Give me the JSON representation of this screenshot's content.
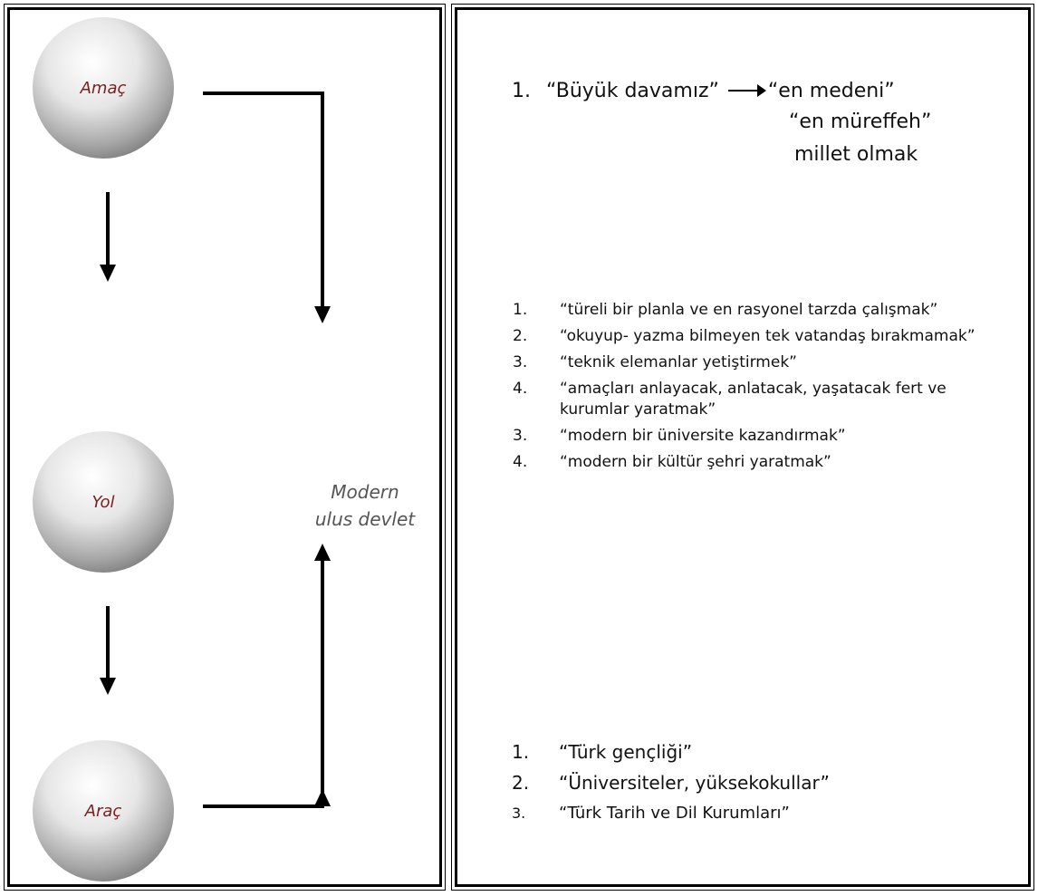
{
  "diagram": {
    "nodes": {
      "amac": "Amaç",
      "yol": "Yol",
      "arac": "Araç"
    },
    "center_label_line1": "Modern",
    "center_label_line2": "ulus devlet"
  },
  "section1": {
    "number": "1.",
    "lead": "“Büyük davamız”",
    "values": [
      "“en medeni”",
      "“en müreffeh”",
      "millet olmak"
    ]
  },
  "section2": {
    "items": [
      {
        "num": "1.",
        "text": "“türeli bir planla ve en rasyonel tarzda çalışmak”"
      },
      {
        "num": "2.",
        "text": "“okuyup- yazma bilmeyen tek vatandaş bırakmamak”"
      },
      {
        "num": "3.",
        "text": "“teknik elemanlar yetiştirmek”"
      },
      {
        "num": "4.",
        "text": "“amaçları anlayacak, anlatacak, yaşatacak fert ve kurumlar yaratmak”"
      },
      {
        "num": "3.",
        "text": "“modern bir üniversite kazandırmak”"
      },
      {
        "num": "4.",
        "text": "“modern bir kültür şehri yaratmak”"
      }
    ]
  },
  "section3": {
    "items": [
      {
        "num": "1.",
        "text": "“Türk gençliği”"
      },
      {
        "num": "2.",
        "text": "“Üniversiteler, yüksekokullar”"
      },
      {
        "num": "3.",
        "text": "“Türk Tarih ve Dil Kurumları”"
      }
    ]
  }
}
